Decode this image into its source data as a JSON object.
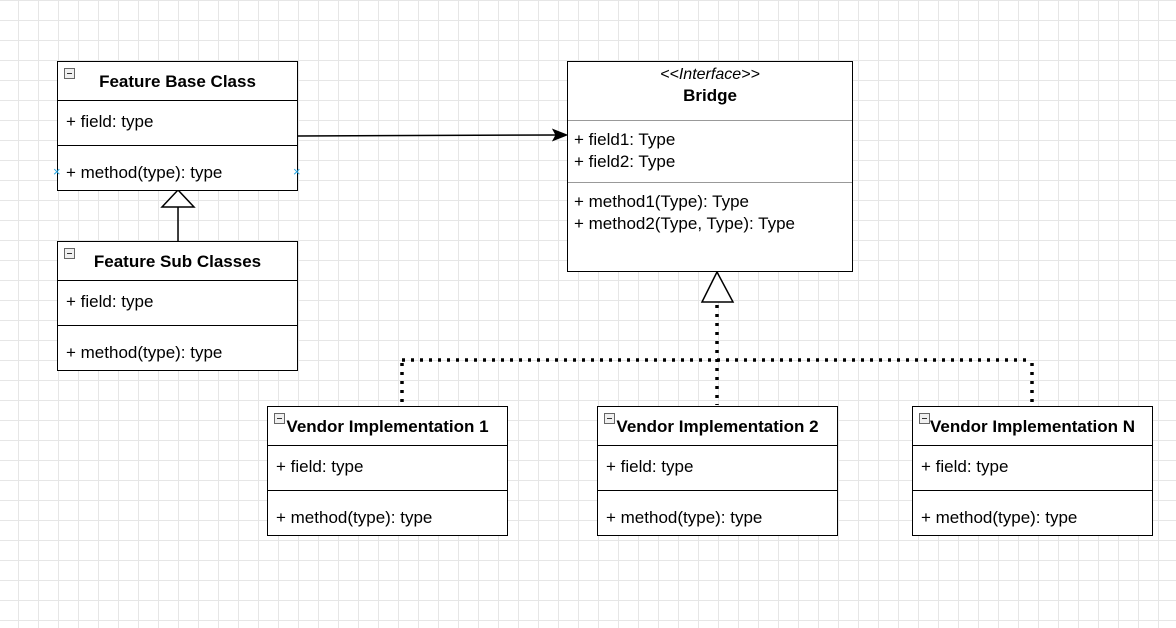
{
  "feature_base": {
    "title": "Feature Base Class",
    "field": "+ field: type",
    "method": "+ method(type): type"
  },
  "feature_sub": {
    "title": "Feature Sub Classes",
    "field": "+ field: type",
    "method": "+ method(type): type"
  },
  "bridge": {
    "stereotype": "<<Interface>>",
    "title": "Bridge",
    "fields": [
      "+ field1: Type",
      "+ field2: Type"
    ],
    "methods": [
      "+ method1(Type): Type",
      "+ method2(Type, Type): Type"
    ]
  },
  "vendors": [
    {
      "title": "Vendor Implementation 1",
      "field": "+ field: type",
      "method": "+ method(type): type"
    },
    {
      "title": "Vendor Implementation 2",
      "field": "+ field: type",
      "method": "+ method(type): type"
    },
    {
      "title": "Vendor Implementation N",
      "field": "+ field: type",
      "method": "+ method(type): type"
    }
  ],
  "colors": {
    "selection_handle": "#29a6e0",
    "grid": "#e6e6e6"
  }
}
